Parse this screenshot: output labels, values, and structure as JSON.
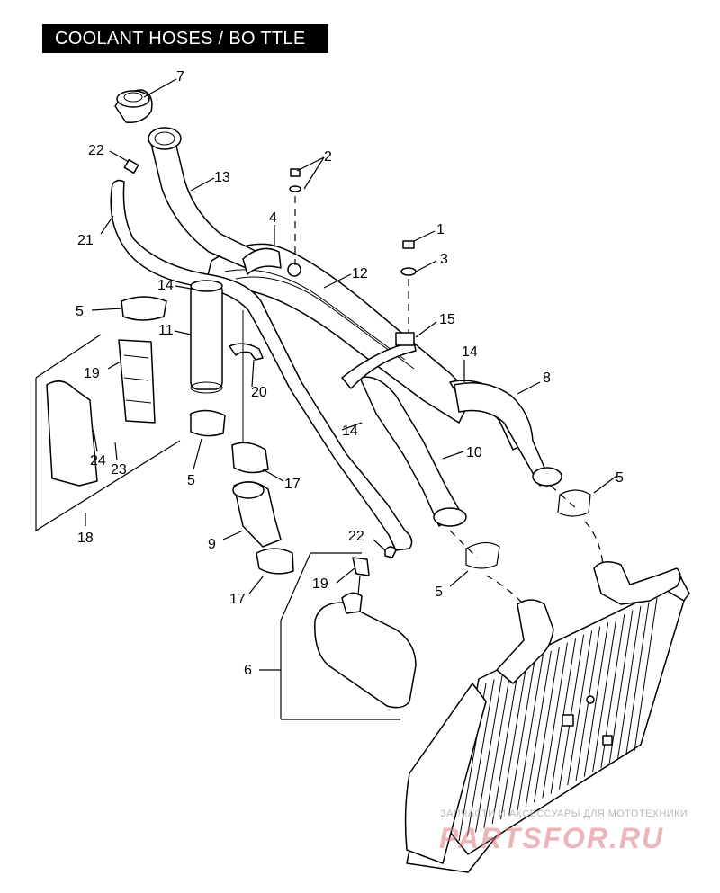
{
  "title": "COOLANT HOSES / BO TTLE",
  "callouts": [
    {
      "id": "c7",
      "text": "7"
    },
    {
      "id": "c2",
      "text": "2"
    },
    {
      "id": "c22a",
      "text": "22"
    },
    {
      "id": "c13",
      "text": "13"
    },
    {
      "id": "c4",
      "text": "4"
    },
    {
      "id": "c1",
      "text": "1"
    },
    {
      "id": "c3",
      "text": "3"
    },
    {
      "id": "c21",
      "text": "21"
    },
    {
      "id": "c12",
      "text": "12"
    },
    {
      "id": "c14a",
      "text": "14"
    },
    {
      "id": "c5a",
      "text": "5"
    },
    {
      "id": "c15",
      "text": "15"
    },
    {
      "id": "c11",
      "text": "11"
    },
    {
      "id": "c14b",
      "text": "14"
    },
    {
      "id": "c19a",
      "text": "19"
    },
    {
      "id": "c8",
      "text": "8"
    },
    {
      "id": "c20",
      "text": "20"
    },
    {
      "id": "c14c",
      "text": "14"
    },
    {
      "id": "c24",
      "text": "24"
    },
    {
      "id": "c23",
      "text": "23"
    },
    {
      "id": "c10",
      "text": "10"
    },
    {
      "id": "c5b",
      "text": "5"
    },
    {
      "id": "c17a",
      "text": "17"
    },
    {
      "id": "c5c",
      "text": "5"
    },
    {
      "id": "c18",
      "text": "18"
    },
    {
      "id": "c9",
      "text": "9"
    },
    {
      "id": "c22b",
      "text": "22"
    },
    {
      "id": "c19b",
      "text": "19"
    },
    {
      "id": "c5d",
      "text": "5"
    },
    {
      "id": "c17b",
      "text": "17"
    },
    {
      "id": "c6",
      "text": "6"
    }
  ],
  "watermark": {
    "text": "ЗАПЧАСТИ И АКСЕССУАРЫ ДЛЯ МОТОТЕХНИКИ",
    "logo": "PARTSFOR.RU"
  }
}
